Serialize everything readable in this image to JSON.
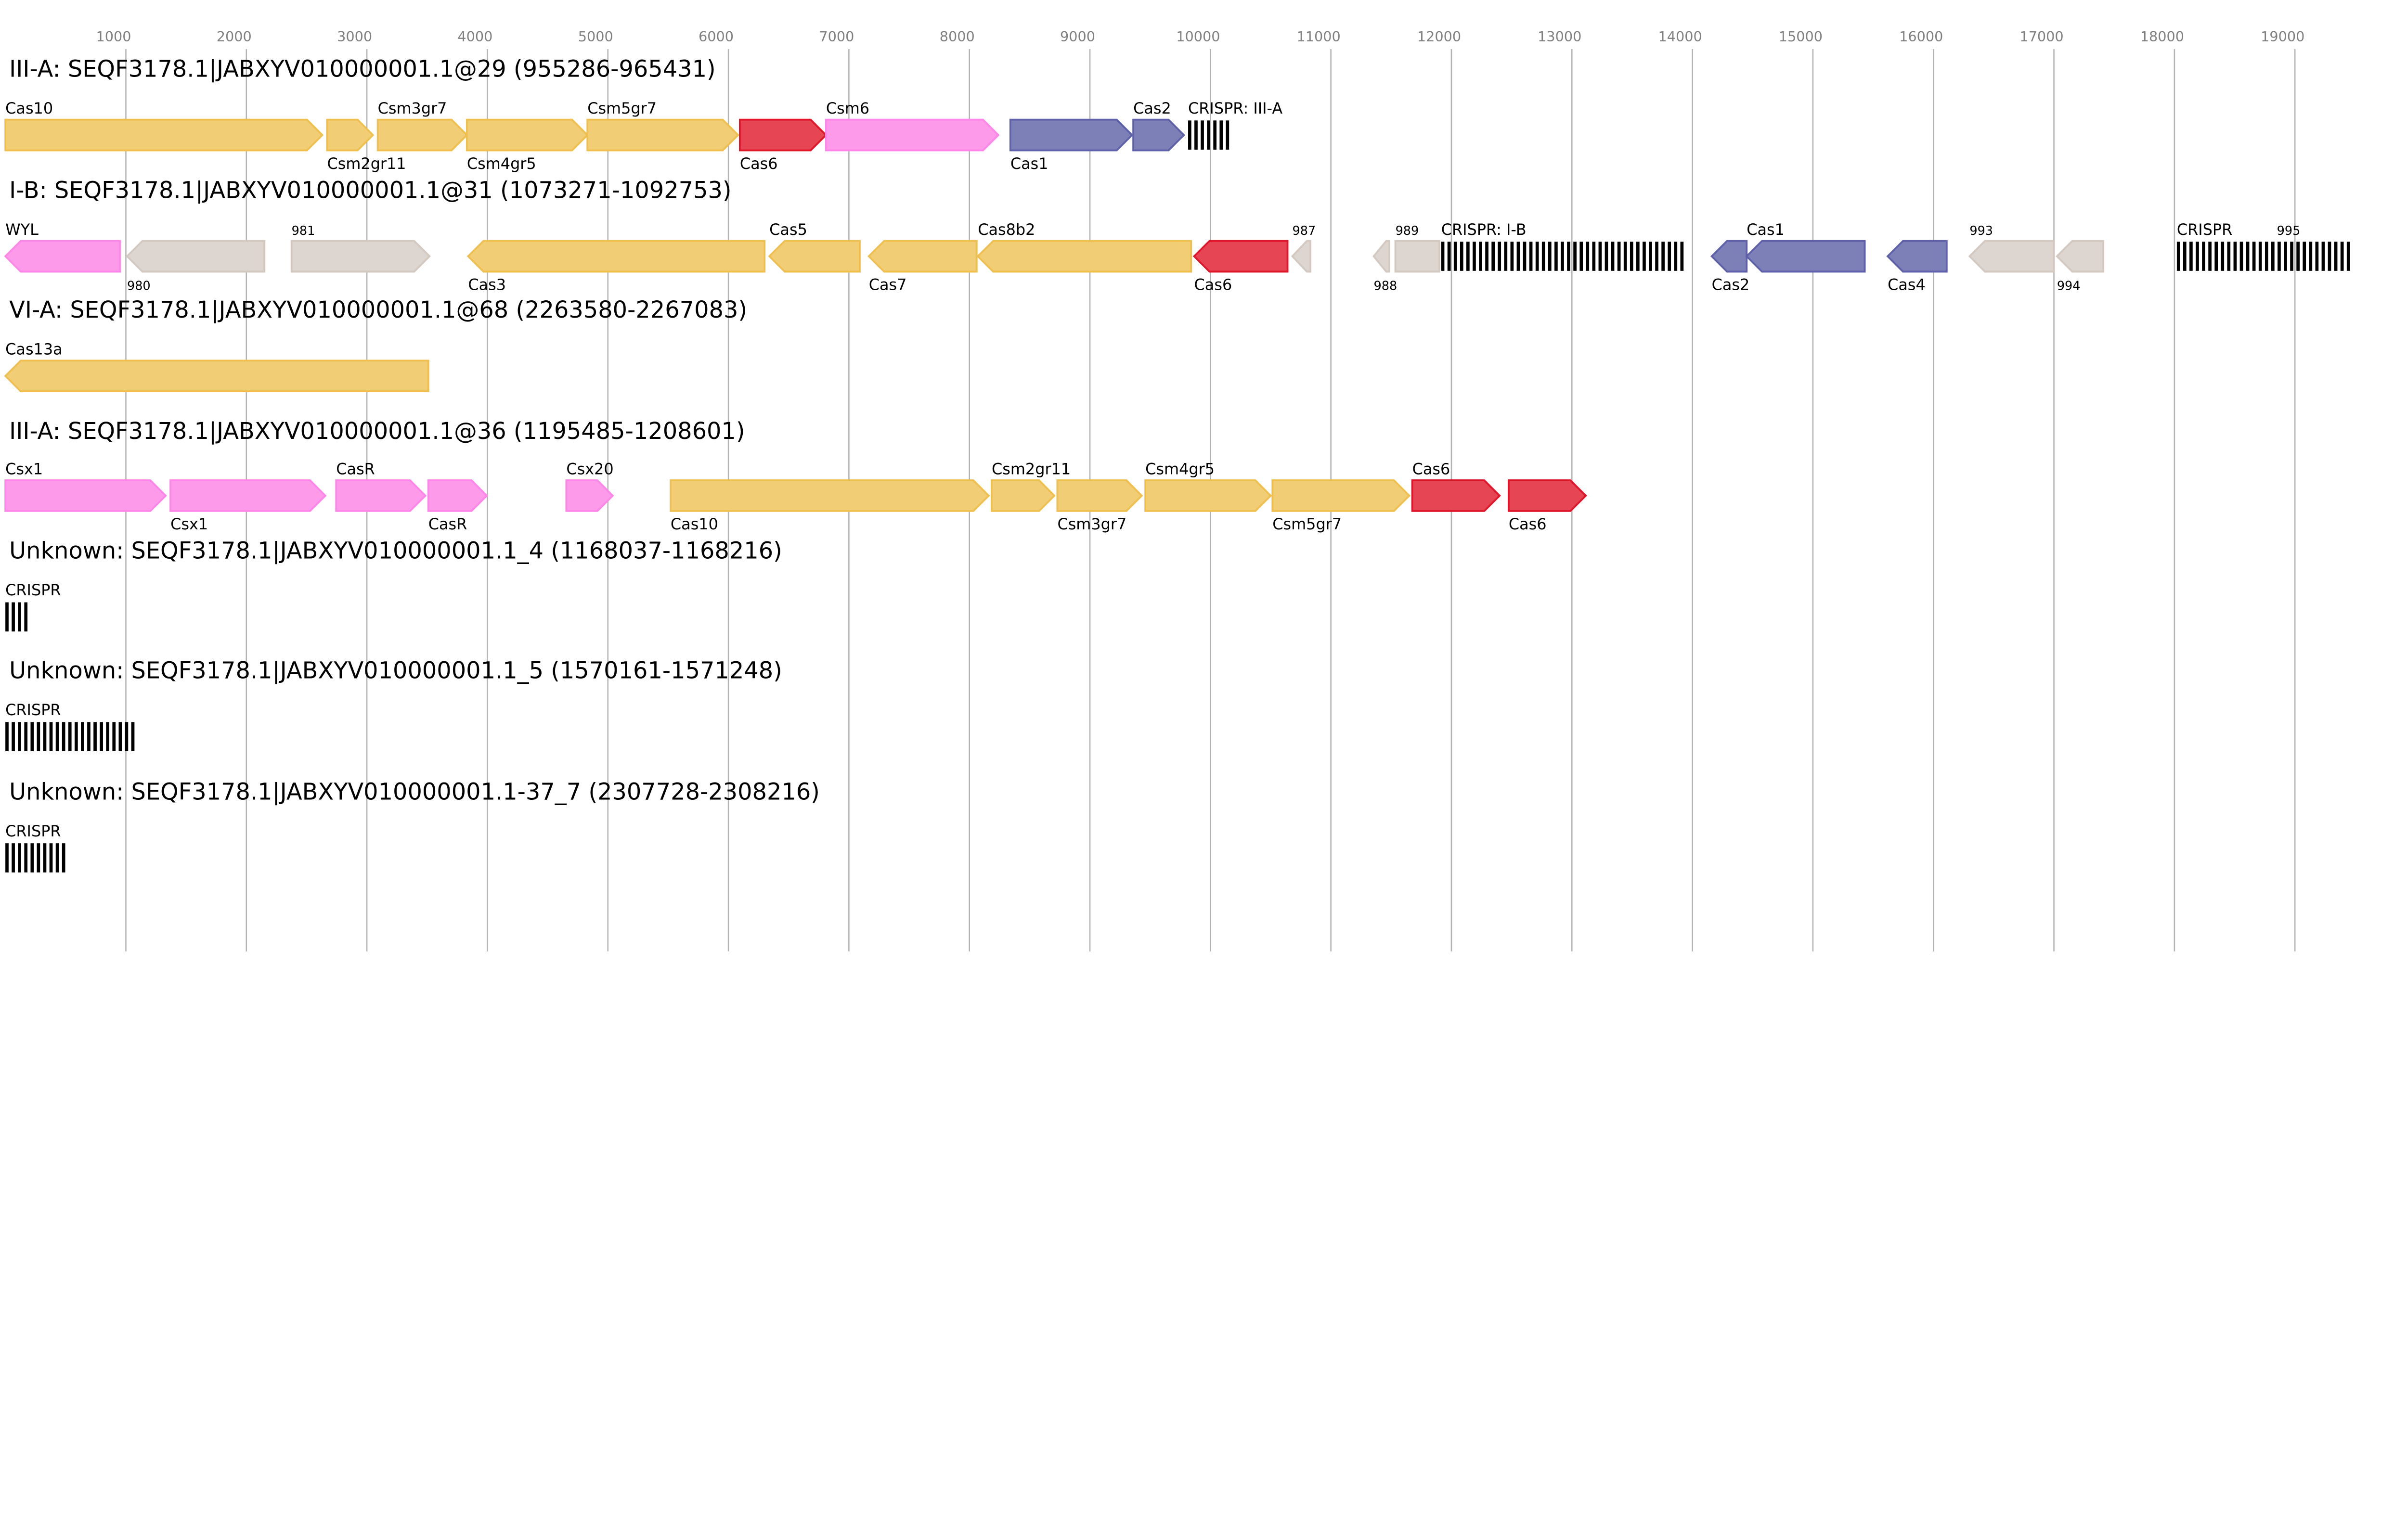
{
  "axis": {
    "ticks": [
      1000,
      2000,
      3000,
      4000,
      5000,
      6000,
      7000,
      8000,
      9000,
      10000,
      11000,
      12000,
      13000,
      14000,
      15000,
      16000,
      17000,
      18000,
      19000
    ]
  },
  "colors": {
    "yellow": {
      "fill": "#f1cd75",
      "stroke": "#efbf4f"
    },
    "pink": {
      "fill": "#fe9aea",
      "stroke": "#fe86e8"
    },
    "grey": {
      "fill": "#dcd5d0",
      "stroke": "#d4c9c0"
    },
    "red": {
      "fill": "#e64553",
      "stroke": "#e0162b"
    },
    "blue": {
      "fill": "#7d80b7",
      "stroke": "#5e61a9"
    },
    "crispr": "#000000"
  },
  "loci": [
    {
      "title": "III-A: SEQF3178.1|JABXYV010000001.1@29 (955286-965431)",
      "features": [
        {
          "label": "Cas10",
          "start": 0,
          "end": 2630,
          "dir": 1,
          "color": "yellow",
          "pos": "above"
        },
        {
          "label": "Csm2gr11",
          "start": 2670,
          "end": 3050,
          "dir": 1,
          "color": "yellow",
          "pos": "below"
        },
        {
          "label": "Csm3gr7",
          "start": 3090,
          "end": 3830,
          "dir": 1,
          "color": "yellow",
          "pos": "above"
        },
        {
          "label": "Csm4gr5",
          "start": 3830,
          "end": 4830,
          "dir": 1,
          "color": "yellow",
          "pos": "below"
        },
        {
          "label": "Csm5gr7",
          "start": 4830,
          "end": 6080,
          "dir": 1,
          "color": "yellow",
          "pos": "above"
        },
        {
          "label": "Cas6",
          "start": 6095,
          "end": 6810,
          "dir": 1,
          "color": "red",
          "pos": "below"
        },
        {
          "label": "Csm6",
          "start": 6810,
          "end": 8240,
          "dir": 1,
          "color": "pink",
          "pos": "above"
        },
        {
          "label": "Cas1",
          "start": 8340,
          "end": 9350,
          "dir": 1,
          "color": "blue",
          "pos": "below"
        },
        {
          "label": "Cas2",
          "start": 9360,
          "end": 9780,
          "dir": 1,
          "color": "blue",
          "pos": "above"
        },
        {
          "label": "CRISPR: III-A",
          "start": 9815,
          "end": 10150,
          "type": "crispr",
          "pos": "above"
        }
      ]
    },
    {
      "title": "I-B: SEQF3178.1|JABXYV010000001.1@31 (1073271-1092753)",
      "features": [
        {
          "label": "WYL",
          "start": 0,
          "end": 950,
          "dir": -1,
          "color": "pink",
          "pos": "above"
        },
        {
          "label": "980",
          "start": 1010,
          "end": 2150,
          "dir": -1,
          "color": "grey",
          "pos": "below",
          "small": true
        },
        {
          "label": "981",
          "start": 2375,
          "end": 3520,
          "dir": 1,
          "color": "grey",
          "pos": "above",
          "small": true
        },
        {
          "label": "Cas3",
          "start": 3840,
          "end": 6300,
          "dir": -1,
          "color": "yellow",
          "pos": "below"
        },
        {
          "label": "Cas5",
          "start": 6340,
          "end": 7090,
          "dir": -1,
          "color": "yellow",
          "pos": "above"
        },
        {
          "label": "Cas7",
          "start": 7165,
          "end": 8060,
          "dir": -1,
          "color": "yellow",
          "pos": "below"
        },
        {
          "label": "Cas8b2",
          "start": 8070,
          "end": 9840,
          "dir": -1,
          "color": "yellow",
          "pos": "above"
        },
        {
          "label": "Cas6",
          "start": 9865,
          "end": 10640,
          "dir": -1,
          "color": "red",
          "pos": "below"
        },
        {
          "label": "987",
          "start": 10680,
          "end": 10830,
          "dir": -1,
          "color": "grey",
          "pos": "above",
          "small": true
        },
        {
          "label": "988",
          "start": 11355,
          "end": 11485,
          "dir": -1,
          "color": "grey",
          "pos": "below",
          "small": true
        },
        {
          "label": "989",
          "start": 11535,
          "end": 11900,
          "dir": 0,
          "color": "grey",
          "pos": "above",
          "small": true
        },
        {
          "label": "CRISPR: I-B",
          "start": 11915,
          "end": 13970,
          "type": "crispr",
          "pos": "above"
        },
        {
          "label": "Cas2",
          "start": 14160,
          "end": 14450,
          "dir": -1,
          "color": "blue",
          "pos": "below"
        },
        {
          "label": "Cas1",
          "start": 14450,
          "end": 15430,
          "dir": -1,
          "color": "blue",
          "pos": "above"
        },
        {
          "label": "Cas4",
          "start": 15620,
          "end": 16110,
          "dir": -1,
          "color": "blue",
          "pos": "below"
        },
        {
          "label": "993",
          "start": 16300,
          "end": 17000,
          "dir": -1,
          "color": "grey",
          "pos": "above",
          "small": true
        },
        {
          "label": "994",
          "start": 17025,
          "end": 17410,
          "dir": -1,
          "color": "grey",
          "pos": "below",
          "small": true
        },
        {
          "label": "CRISPR",
          "start": 18020,
          "end": 19480,
          "type": "crispr",
          "pos": "above"
        },
        {
          "label": "995",
          "start": 18850,
          "end": 18850,
          "type": "labelonly",
          "pos": "above",
          "small": true
        }
      ]
    },
    {
      "title": "VI-A: SEQF3178.1|JABXYV010000001.1@68 (2263580-2267083)",
      "features": [
        {
          "label": "Cas13a",
          "start": 0,
          "end": 3510,
          "dir": -1,
          "color": "yellow",
          "pos": "above"
        }
      ]
    },
    {
      "title": "III-A: SEQF3178.1|JABXYV010000001.1@36 (1195485-1208601)",
      "features": [
        {
          "label": "Csx1",
          "start": 0,
          "end": 1330,
          "dir": 1,
          "color": "pink",
          "pos": "above"
        },
        {
          "label": "Csx1",
          "start": 1370,
          "end": 2655,
          "dir": 1,
          "color": "pink",
          "pos": "below"
        },
        {
          "label": "CasR",
          "start": 2745,
          "end": 3485,
          "dir": 1,
          "color": "pink",
          "pos": "above"
        },
        {
          "label": "CasR",
          "start": 3510,
          "end": 3995,
          "dir": 1,
          "color": "pink",
          "pos": "below"
        },
        {
          "label": "Csx20",
          "start": 4655,
          "end": 5040,
          "dir": 1,
          "color": "pink",
          "pos": "above"
        },
        {
          "label": "Cas10",
          "start": 5520,
          "end": 8160,
          "dir": 1,
          "color": "yellow",
          "pos": "below"
        },
        {
          "label": "Csm2gr11",
          "start": 8185,
          "end": 8705,
          "dir": 1,
          "color": "yellow",
          "pos": "above"
        },
        {
          "label": "Csm3gr7",
          "start": 8730,
          "end": 9430,
          "dir": 1,
          "color": "yellow",
          "pos": "below"
        },
        {
          "label": "Csm4gr5",
          "start": 9460,
          "end": 10500,
          "dir": 1,
          "color": "yellow",
          "pos": "above"
        },
        {
          "label": "Csm5gr7",
          "start": 10515,
          "end": 11650,
          "dir": 1,
          "color": "yellow",
          "pos": "below"
        },
        {
          "label": "Cas6",
          "start": 11675,
          "end": 12400,
          "dir": 1,
          "color": "red",
          "pos": "above"
        },
        {
          "label": "Cas6",
          "start": 12475,
          "end": 13115,
          "dir": 1,
          "color": "red",
          "pos": "below"
        }
      ]
    },
    {
      "title": "Unknown: SEQF3178.1|JABXYV010000001.1_4 (1168037-1168216)",
      "features": [
        {
          "label": "CRISPR",
          "start": 0,
          "end": 180,
          "type": "crispr",
          "pos": "above"
        }
      ]
    },
    {
      "title": "Unknown: SEQF3178.1|JABXYV010000001.1_5 (1570161-1571248)",
      "features": [
        {
          "label": "CRISPR",
          "start": 0,
          "end": 1090,
          "type": "crispr",
          "pos": "above"
        }
      ]
    },
    {
      "title": "Unknown: SEQF3178.1|JABXYV010000001.1-37_7 (2307728-2308216)",
      "features": [
        {
          "label": "CRISPR",
          "start": 0,
          "end": 490,
          "type": "crispr",
          "pos": "above"
        }
      ]
    }
  ]
}
